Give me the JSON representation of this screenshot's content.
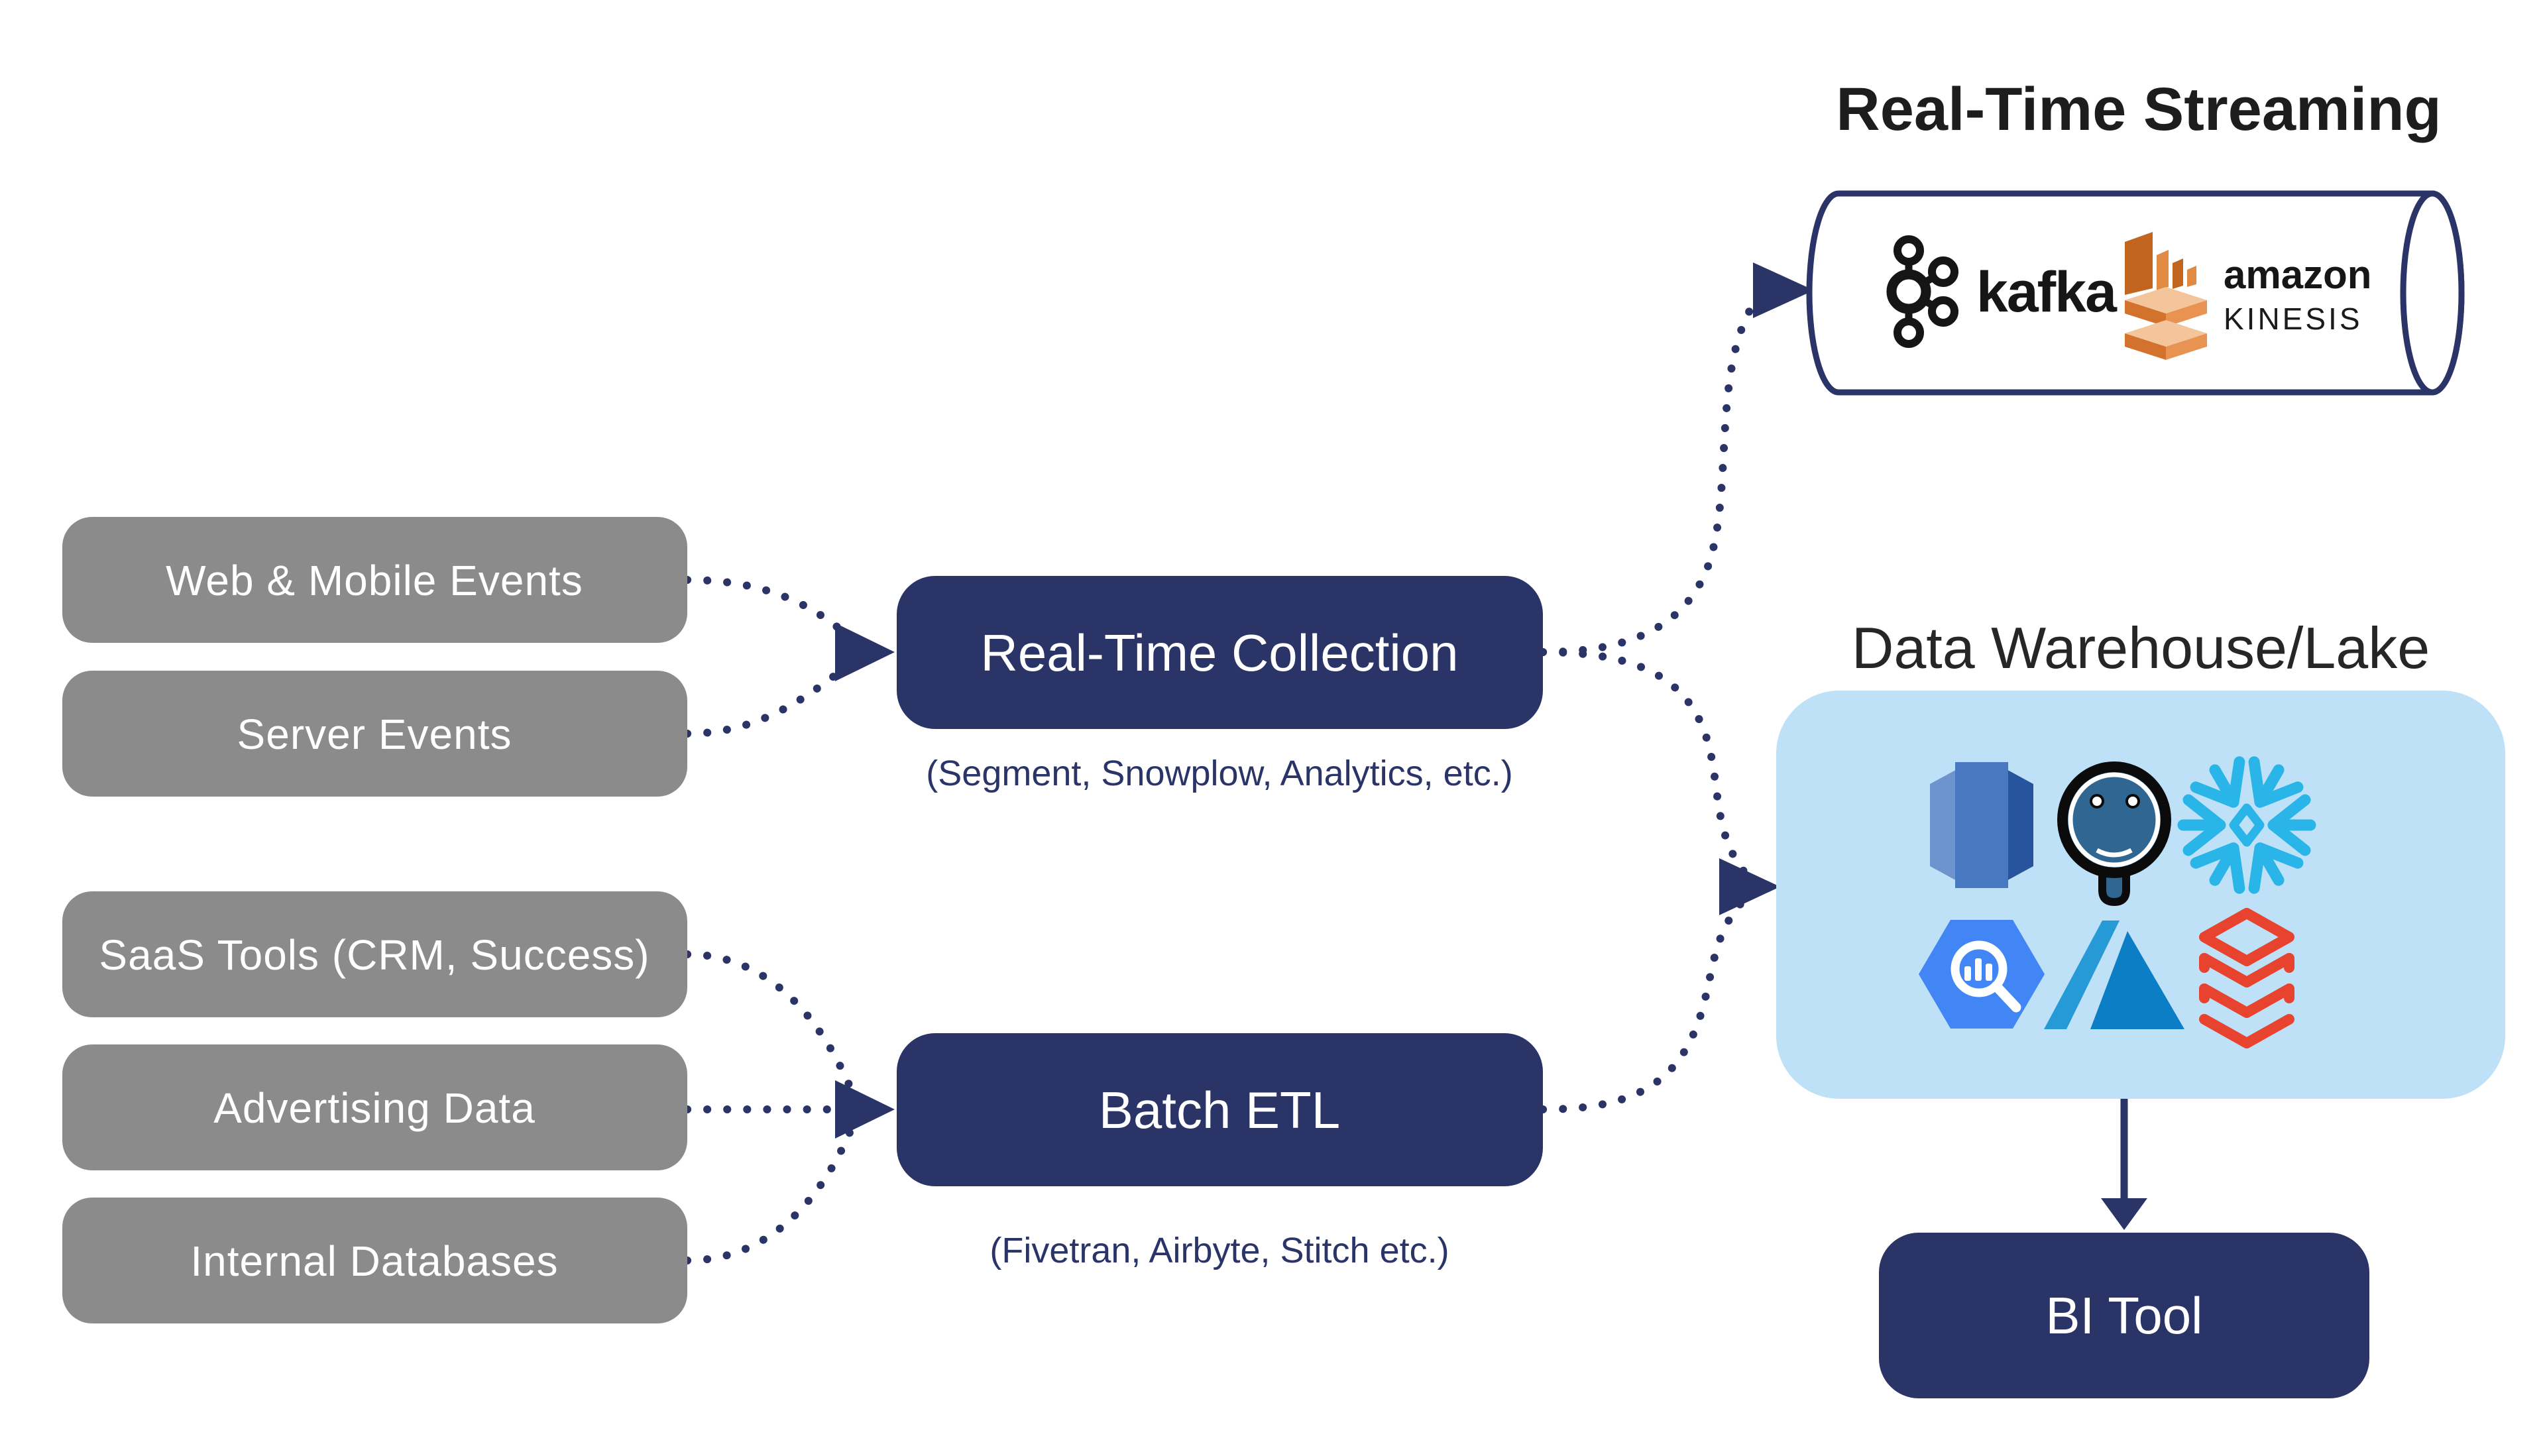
{
  "diagram": {
    "titles": {
      "streaming": "Real-Time Streaming",
      "warehouse": "Data Warehouse/Lake"
    },
    "event_sources": [
      {
        "label": "Web & Mobile Events"
      },
      {
        "label": "Server Events"
      }
    ],
    "batch_sources": [
      {
        "label": "SaaS Tools (CRM, Success)"
      },
      {
        "label": "Advertising Data"
      },
      {
        "label": "Internal Databases"
      }
    ],
    "processors": {
      "realtime": {
        "label": "Real-Time Collection",
        "subtitle": "(Segment, Snowplow, Analytics, etc.)"
      },
      "batch": {
        "label": "Batch ETL",
        "subtitle": "(Fivetran, Airbyte, Stitch etc.)"
      }
    },
    "streaming_platform": {
      "kafka_label": "kafka",
      "amazon_label": "amazon",
      "kinesis_label": "KINESIS"
    },
    "warehouse_logos": [
      "amazon-redshift",
      "postgresql",
      "snowflake",
      "google-bigquery",
      "microsoft-azure",
      "databricks"
    ],
    "bi_tool": {
      "label": "BI Tool"
    },
    "colors": {
      "navy": "#2B3467",
      "gray": "#8B8B8B",
      "light_blue": "#BFE1F7",
      "snowflake_blue": "#29B5E8",
      "databricks_red": "#E8432E",
      "bigquery_blue": "#4285F4",
      "azure_blue_light": "#259AD6",
      "azure_blue_dark": "#0B7EC6",
      "kinesis_orange": "#D3722C",
      "redshift_blue": "#4878C0",
      "postgres_teal": "#2F6792",
      "text_dark": "#1D1D1D",
      "white": "#FFFFFF"
    }
  }
}
